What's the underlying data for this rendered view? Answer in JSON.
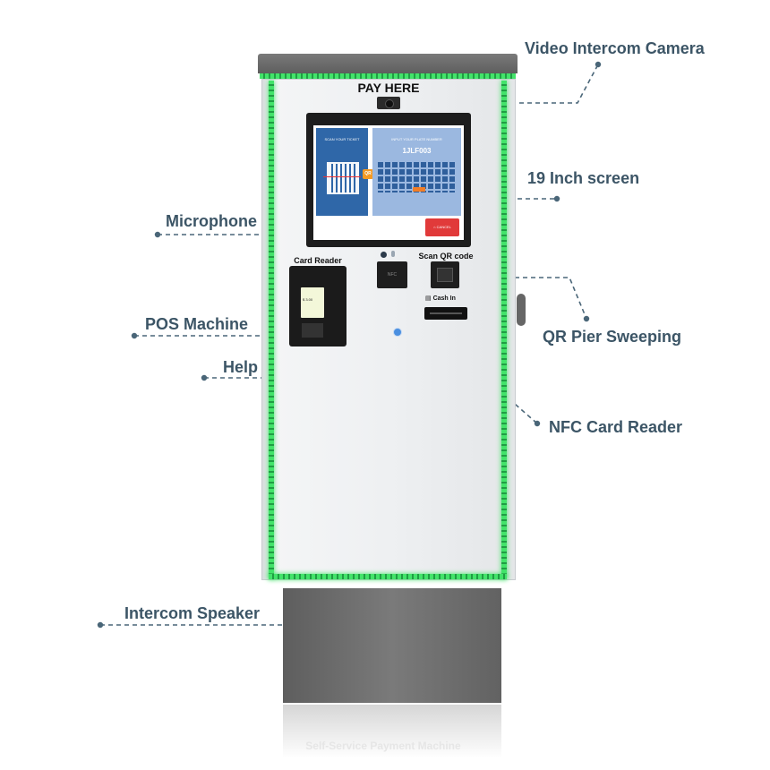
{
  "machine": {
    "header_label": "PAY HERE",
    "card_reader_label": "Card Reader",
    "scan_qr_label": "Scan QR code",
    "cash_in_label": "Cash In",
    "nfc_label": "NFC",
    "reflection_label": "Self-Service Payment Machine"
  },
  "screen": {
    "left_panel_title": "SCAN YOUR TICKET",
    "qr_badge": "QR",
    "right_panel_title": "INPUT YOUR PLATE NUMBER",
    "plate_number": "1JLF003",
    "cancel_label": "CANCEL"
  },
  "pos": {
    "amount": "$ 3.00"
  },
  "callouts": {
    "video_intercom_camera": "Video Intercom Camera",
    "screen_19_inch": "19 Inch screen",
    "microphone": "Microphone",
    "pos_machine": "POS Machine",
    "help": "Help",
    "qr_pier_sweeping": "QR Pier Sweeping",
    "nfc_card_reader": "NFC Card Reader",
    "intercom_speaker": "Intercom Speaker"
  },
  "colors": {
    "callout_text": "#3c5566",
    "leader_line": "#4a6678",
    "led_green": "#43e36a",
    "body_panel": "#eef0f2",
    "pedestal": "#6e6e6e",
    "roof": "#666666",
    "screen_left": "#2f67a8",
    "screen_right": "#9bb8e0",
    "cancel_red": "#e13a3a"
  }
}
